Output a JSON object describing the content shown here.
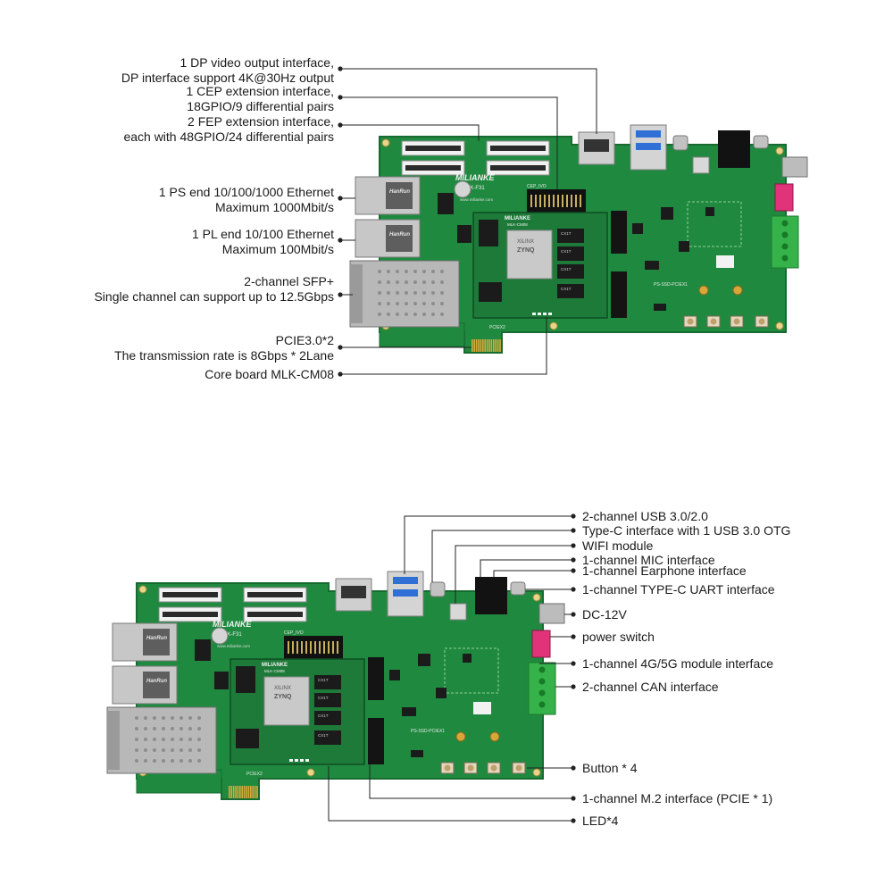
{
  "colors": {
    "pcb": "#1f8a3f",
    "pcb_dark": "#176b31",
    "gold": "#d8a73a",
    "metal": "#b8b8b8",
    "chip": "#1b1b1b",
    "leader": "#222222",
    "terminal": "#35b34a",
    "switch": "#e0337a"
  },
  "top_labels": [
    {
      "id": "dp",
      "lines": [
        "1 DP video output interface,",
        "DP interface support 4K@30Hz output"
      ]
    },
    {
      "id": "cep",
      "lines": [
        "1 CEP extension interface,",
        "18GPIO/9 differential pairs"
      ]
    },
    {
      "id": "fep",
      "lines": [
        "2 FEP extension interface,",
        "each with 48GPIO/24 differential pairs"
      ]
    },
    {
      "id": "ps-eth",
      "lines": [
        "1 PS end 10/100/1000 Ethernet",
        "Maximum 1000Mbit/s"
      ]
    },
    {
      "id": "pl-eth",
      "lines": [
        "1 PL end 10/100 Ethernet",
        "Maximum 100Mbit/s"
      ]
    },
    {
      "id": "sfp",
      "lines": [
        "2-channel SFP+",
        "Single channel can support up to 12.5Gbps"
      ]
    },
    {
      "id": "pcie",
      "lines": [
        "PCIE3.0*2",
        "The transmission rate is 8Gbps * 2Lane"
      ]
    },
    {
      "id": "core",
      "lines": [
        "Core board MLK-CM08"
      ]
    }
  ],
  "bottom_labels": [
    {
      "id": "usb",
      "lines": [
        "2-channel USB 3.0/2.0"
      ]
    },
    {
      "id": "typec-otg",
      "lines": [
        "Type-C interface with 1 USB 3.0 OTG"
      ]
    },
    {
      "id": "wifi",
      "lines": [
        "WIFI module"
      ]
    },
    {
      "id": "mic",
      "lines": [
        "1-channel MIC interface"
      ]
    },
    {
      "id": "earphone",
      "lines": [
        "1-channel Earphone interface"
      ]
    },
    {
      "id": "uart",
      "lines": [
        "1-channel TYPE-C UART interface"
      ]
    },
    {
      "id": "dc",
      "lines": [
        "DC-12V"
      ]
    },
    {
      "id": "power",
      "lines": [
        "power switch"
      ]
    },
    {
      "id": "cellular",
      "lines": [
        "1-channel 4G/5G module interface"
      ]
    },
    {
      "id": "can",
      "lines": [
        "2-channel CAN interface"
      ]
    },
    {
      "id": "button",
      "lines": [
        "Button * 4"
      ]
    },
    {
      "id": "m2",
      "lines": [
        "1-channel M.2 interface (PCIE * 1)"
      ]
    },
    {
      "id": "led",
      "lines": [
        "LED*4"
      ]
    }
  ],
  "board_text": {
    "brand": "MILIANKE",
    "model": "MLK-F31",
    "core_brand": "MILIANKE",
    "core_model": "MLK-CM08",
    "fpga_brand": "XILINX",
    "fpga_chip": "ZYNQ",
    "memory": "CX1T",
    "pcie_slot": "PCIEX2",
    "ssd_slot": "PS-SSD-PCIEX1",
    "rj45_brand": "HanRun",
    "cep_header": "CEP_IVO",
    "website": "www.milianke.com"
  }
}
